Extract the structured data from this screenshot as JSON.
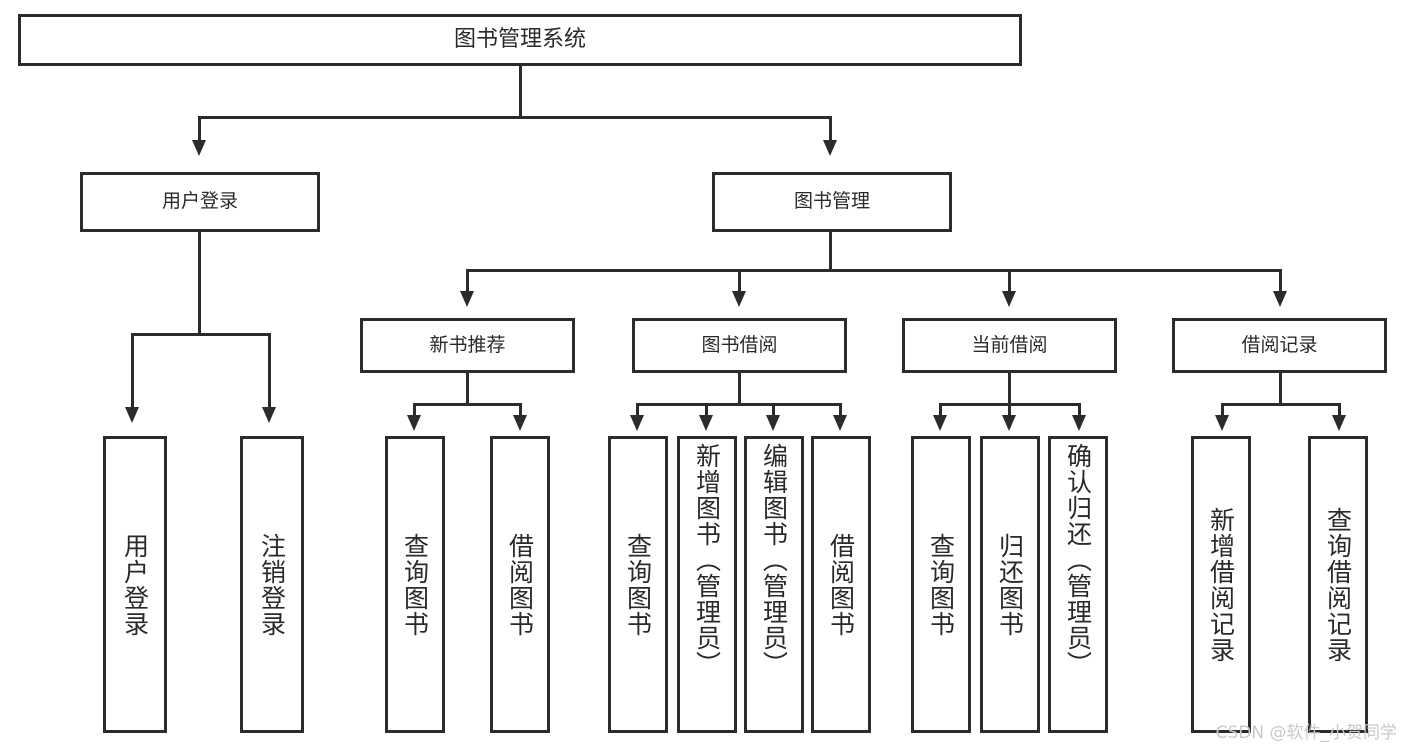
{
  "diagram": {
    "title": "图书管理系统",
    "type": "功能结构图",
    "watermark": "CSDN @软件_小贺同学",
    "colors": {
      "box_border": "#2b2b2b",
      "connector": "#2b2b2b",
      "text": "#2a2a2a",
      "background": "#ffffff",
      "watermark": "#c9c9c9"
    }
  },
  "nodes": {
    "root": {
      "label": "图书管理系统"
    },
    "level2": [
      {
        "label": "用户登录"
      },
      {
        "label": "图书管理"
      }
    ],
    "level3": [
      {
        "label": "新书推荐"
      },
      {
        "label": "图书借阅"
      },
      {
        "label": "当前借阅"
      },
      {
        "label": "借阅记录"
      }
    ],
    "leaves": {
      "user_login": [
        {
          "label": "用户登录"
        },
        {
          "label": "注销登录"
        }
      ],
      "new_book_recommend": [
        {
          "label": "查询图书"
        },
        {
          "label": "借阅图书"
        }
      ],
      "book_borrow": [
        {
          "label": "查询图书"
        },
        {
          "label": "新增图书（管理员）"
        },
        {
          "label": "编辑图书（管理员）"
        },
        {
          "label": "借阅图书"
        }
      ],
      "current_borrow": [
        {
          "label": "查询图书"
        },
        {
          "label": "归还图书"
        },
        {
          "label": "确认归还（管理员）"
        }
      ],
      "borrow_record": [
        {
          "label": "新增借阅记录"
        },
        {
          "label": "查询借阅记录"
        }
      ]
    }
  }
}
